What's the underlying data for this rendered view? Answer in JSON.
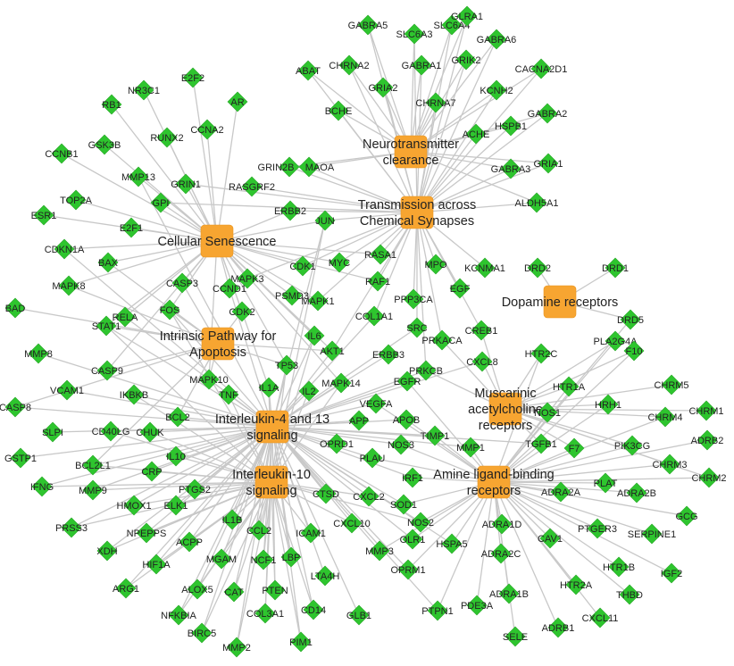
{
  "diagram": {
    "node_colors": {
      "gene": "#2ec52e",
      "pathway": "#f7a531",
      "edge": "#c8c8c8"
    },
    "pathways": [
      {
        "id": "nt_clear",
        "label": [
          "Neurotransmitter",
          "clearance"
        ]
      },
      {
        "id": "chem_syn",
        "label": [
          "Transmission across",
          "Chemical Synapses"
        ]
      },
      {
        "id": "senes",
        "label": [
          "Cellular Senescence"
        ]
      },
      {
        "id": "dopa",
        "label": [
          "Dopamine receptors"
        ]
      },
      {
        "id": "apop",
        "label": [
          "Intrinsic Pathway for",
          "Apoptosis"
        ]
      },
      {
        "id": "il4",
        "label": [
          "Interleukin-4 and 13",
          "signaling"
        ]
      },
      {
        "id": "musc",
        "label": [
          "Muscarinic",
          "acetylcholine",
          "receptors"
        ]
      },
      {
        "id": "amine",
        "label": [
          "Amine ligand-binding",
          "receptors"
        ]
      },
      {
        "id": "il10",
        "label": [
          "Interleukin-10",
          "signaling"
        ]
      }
    ],
    "genes": [
      "GABRA5",
      "SLC6A3",
      "SLC6A4",
      "GLRA1",
      "GABRA6",
      "ABAT",
      "CHRNA2",
      "GABRA1",
      "GRIK2",
      "CACNA2D1",
      "GRIA2",
      "CHRNA7",
      "KCNH2",
      "BCHE",
      "ACHE",
      "HSPB1",
      "GABRA2",
      "GABRA3",
      "GRIA1",
      "ALDH5A1",
      "MAOA",
      "GRIN2B",
      "RASGRF2",
      "JUN",
      "ERBB2",
      "E2F2",
      "AR",
      "NR3C1",
      "RB1",
      "CCNA2",
      "RUNX2",
      "CCNB1",
      "GSK3B",
      "MMP13",
      "GRIN1",
      "TOP2A",
      "GPI",
      "ESR1",
      "E2F1",
      "CDKN1A",
      "BAX",
      "CASP3",
      "MAPK8",
      "MAPK3",
      "CDK1",
      "MYC",
      "RASA1",
      "MPO",
      "KCNMA1",
      "DRD2",
      "DRD1",
      "EGF",
      "RAF1",
      "PPP3CA",
      "PSMD3",
      "CCND1",
      "CDK2",
      "FOS",
      "RELA",
      "STAT1",
      "BAD",
      "MAPK1",
      "COL1A1",
      "SRC",
      "CREB1",
      "PRKACA",
      "DRD5",
      "PLA2G4A",
      "F10",
      "MMP8",
      "IL6",
      "AKT1",
      "ERBB3",
      "CXCL8",
      "HTR2C",
      "CASP9",
      "MAPK10",
      "TP53",
      "MAPK14",
      "PRKCB",
      "HTR1A",
      "CHRM5",
      "VCAM1",
      "IKBKB",
      "IL1A",
      "IL2",
      "EGFR",
      "HRH1",
      "CHRM1",
      "CASP8",
      "TNF",
      "VEGFA",
      "NOS1",
      "CHRM4",
      "BCL2",
      "APP",
      "APOB",
      "SLPI",
      "CD40LG",
      "CHUK",
      "TIMP1",
      "TGFB1",
      "F7",
      "PIK3CG",
      "ADRB2",
      "GSTP1",
      "OPRD1",
      "NOS3",
      "MMP1",
      "BCL2L1",
      "IL10",
      "PLAU",
      "CHRM3",
      "CRP",
      "IRF1",
      "PLAT",
      "ADRA2B",
      "CHRM2",
      "IFNG",
      "MMP9",
      "PTGS2",
      "HMOX1",
      "ELK1",
      "CTSD",
      "CXCL2",
      "SOD1",
      "ADRA2A",
      "GCG",
      "PRSS3",
      "NPEPPS",
      "IL1B",
      "CCL2",
      "ICAM1",
      "CXCL10",
      "NOS2",
      "ADRA1D",
      "PTGER3",
      "SERPINE1",
      "XDH",
      "ACPP",
      "OLR1",
      "HSPA5",
      "CAV1",
      "HIF1A",
      "MGAM",
      "NCF1",
      "LBP",
      "MMP3",
      "ADRA2C",
      "HTR1B",
      "ARG1",
      "ALOX5",
      "CAT",
      "PTEN",
      "LTA4H",
      "OPRM1",
      "ADRA1B",
      "HTR2A",
      "THBD",
      "IGF2",
      "NFKBIA",
      "COL3A1",
      "CD14",
      "GLB1",
      "PDE3A",
      "CXCL11",
      "BIRC5",
      "PTPN1",
      "SELE",
      "ADRB1",
      "MMP2",
      "PIM1"
    ]
  }
}
